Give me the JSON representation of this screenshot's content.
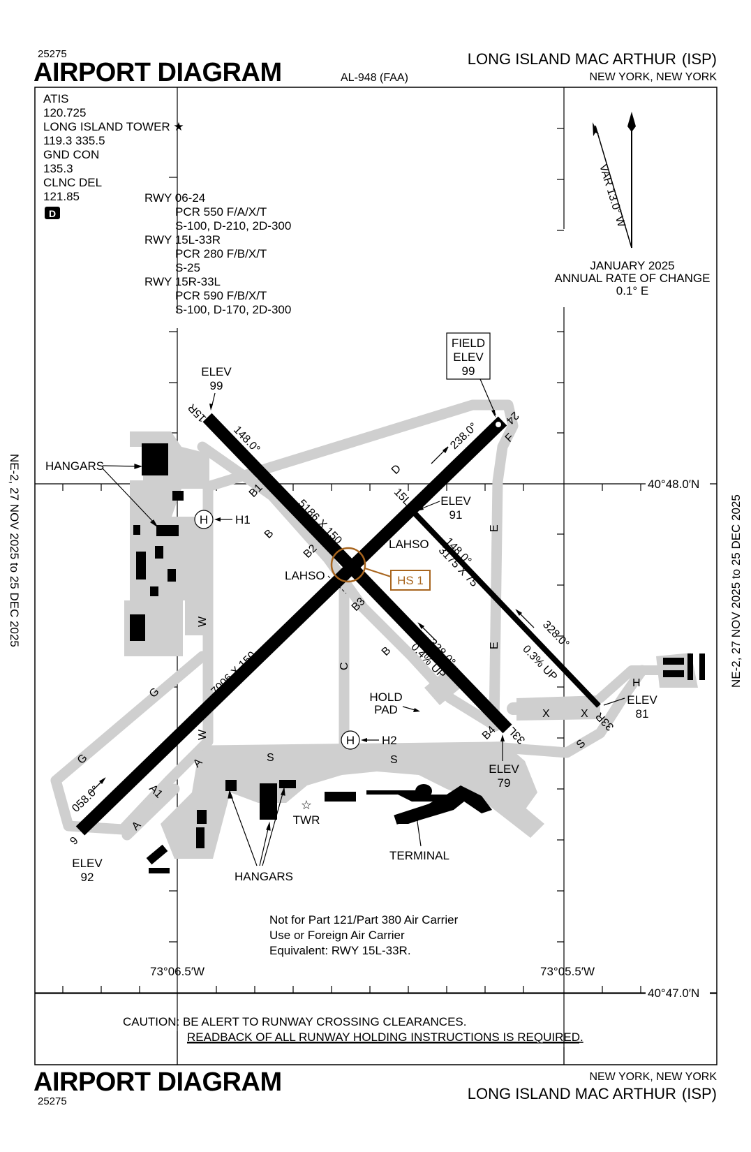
{
  "header": {
    "volume_number": "25275",
    "title": "AIRPORT DIAGRAM",
    "doc_code": "AL-948 (FAA)",
    "airport_name": "LONG ISLAND MAC ARTHUR",
    "airport_id": "(ISP)",
    "location": "NEW YORK, NEW YORK"
  },
  "footer": {
    "volume_number": "25275",
    "title": "AIRPORT DIAGRAM",
    "airport_name": "LONG ISLAND MAC ARTHUR",
    "airport_id": "(ISP)",
    "location": "NEW YORK, NEW YORK"
  },
  "side_text": "NE-2,  27 NOV 2025  to  25 DEC 2025",
  "frequencies": [
    "ATIS",
    "120.725",
    "LONG ISLAND TOWER ★",
    "119.3  335.5",
    "GND CON",
    "135.3",
    "CLNC DEL",
    "121.85"
  ],
  "d_badge": "D",
  "runway_info": [
    {
      "runway": "RWY 06-24",
      "pcr": "PCR 550 F/A/X/T",
      "strength": "S-100, D-210, 2D-300"
    },
    {
      "runway": "RWY 15L-33R",
      "pcr": "PCR 280 F/B/X/T",
      "strength": "S-25"
    },
    {
      "runway": "RWY 15R-33L",
      "pcr": "PCR 590 F/B/X/T",
      "strength": "S-100, D-170, 2D-300"
    }
  ],
  "magnetic": {
    "var_label": "VAR 13.0° W",
    "date": "JANUARY 2025",
    "rate_label": "ANNUAL RATE OF CHANGE",
    "rate": "0.1° E"
  },
  "coordinates": {
    "lat_top": "40°48.0′N",
    "lat_bottom": "40°47.0′N",
    "lon_left": "73°06.5′W",
    "lon_right": "73°05.5′W"
  },
  "field_elev": {
    "line1": "FIELD",
    "line2": "ELEV",
    "value": "99"
  },
  "runways": {
    "r0624": {
      "dims": "7006 X 150",
      "hdg_06": "058.0°",
      "hdg_24": "238.0°",
      "end_6": "6",
      "end_24": "24"
    },
    "r15r33l": {
      "dims": "5186 X 150",
      "hdg_15r": "148.0°",
      "hdg_33l": "328.0°",
      "slope": "0.4% UP",
      "end_15r": "15R",
      "end_33l": "33L"
    },
    "r15l33r": {
      "dims": "3175 X 75",
      "hdg_15l": "148.0°",
      "hdg_33r": "328.0°",
      "slope": "0.3% UP",
      "end_15l": "15L",
      "end_33r": "33R"
    }
  },
  "elevations": {
    "label": "ELEV",
    "e15r": "99",
    "e15l": "91",
    "e33r": "81",
    "e33l": "79",
    "e6": "92"
  },
  "taxiways": {
    "A": "A",
    "A1": "A1",
    "B": "B",
    "B1": "B1",
    "B2": "B2",
    "B3": "B3",
    "B4": "B4",
    "C": "C",
    "D": "D",
    "E": "E",
    "F": "F",
    "G": "G",
    "H": "H",
    "S": "S",
    "W": "W",
    "X": "X"
  },
  "labels": {
    "hangars": "HANGARS",
    "lahso": "LAHSO",
    "hot_spot": "HS 1",
    "heli_symbol": "H",
    "h1": "H1",
    "h2": "H2",
    "hold_pad_1": "HOLD",
    "hold_pad_2": "PAD",
    "tower": "TWR",
    "terminal": "TERMINAL"
  },
  "note_lines": [
    "Not for Part 121/Part 380 Air Carrier",
    "Use or Foreign Air Carrier",
    "Equivalent: RWY 15L-33R."
  ],
  "caution": {
    "line1": "CAUTION: BE ALERT TO RUNWAY CROSSING CLEARANCES.",
    "line2": "READBACK OF ALL RUNWAY HOLDING INSTRUCTIONS IS REQUIRED."
  },
  "colors": {
    "pavement": "#cfcfcf",
    "runway": "#000000",
    "hot_spot": "#a8651e",
    "frame": "#000000"
  }
}
